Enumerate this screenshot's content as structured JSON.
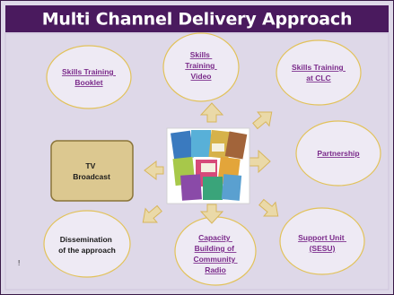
{
  "title": "Multi Channel Delivery Approach",
  "colors": {
    "title_bar": "#4a1a5e",
    "background": "#ded8e8",
    "ellipse_fill": "#eeeaf4",
    "ellipse_stroke": "#e2c25a",
    "arrow_fill": "#ead9a8",
    "arrow_stroke": "#d8b65c",
    "tv_box_fill": "#dcc890",
    "tv_box_stroke": "#8a7438",
    "link_text": "#7a2a8a"
  },
  "nodes": {
    "skills_training_booklet": [
      "Skills Training",
      "Booklet"
    ],
    "skills_training_video": [
      "Skills",
      "Training",
      "Video"
    ],
    "skills_training_at_clc": [
      "Skills Training",
      "at CLC"
    ],
    "partnership": [
      "Partnership"
    ],
    "support_unit": [
      "Support Unit",
      "(SESU)"
    ],
    "capacity_building": [
      "Capacity",
      "Building of",
      "Community",
      "Radio"
    ],
    "dissemination": [
      "Dissemination",
      "of the approach"
    ],
    "tv_broadcast": [
      "TV",
      "Broadcast"
    ]
  },
  "center_image": "stack-of-training-booklets",
  "footnote_mark": "!"
}
